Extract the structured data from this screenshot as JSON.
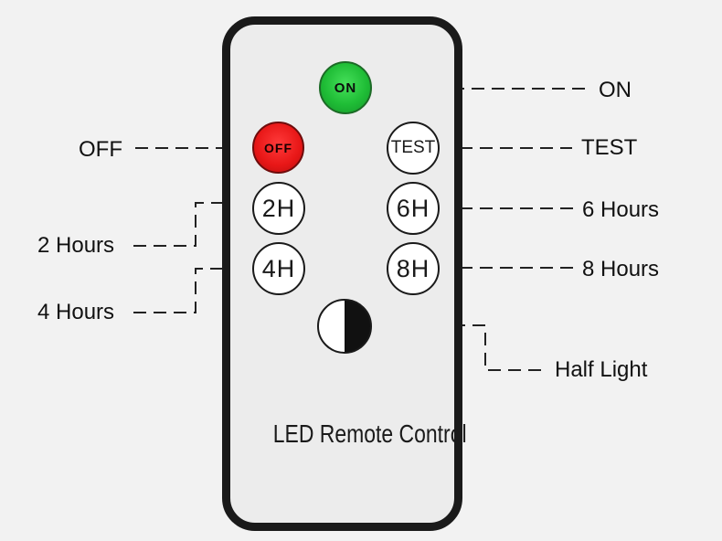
{
  "remote": {
    "brand_text": "LED Remote Control",
    "buttons": {
      "on": "ON",
      "off": "OFF",
      "test": "TEST",
      "h2": "2H",
      "h6": "6H",
      "h4": "4H",
      "h8": "8H"
    }
  },
  "callouts": {
    "on": "ON",
    "off": "OFF",
    "test": "TEST",
    "h6": "6 Hours",
    "h2": "2 Hours",
    "h8": "8 Hours",
    "h4": "4 Hours",
    "half": "Half Light"
  },
  "colors": {
    "background": "#f2f2f2",
    "remote_body": "#ececec",
    "remote_frame": "#1a1a1a",
    "on_button": "#1fbd36",
    "off_button": "#e81717"
  }
}
